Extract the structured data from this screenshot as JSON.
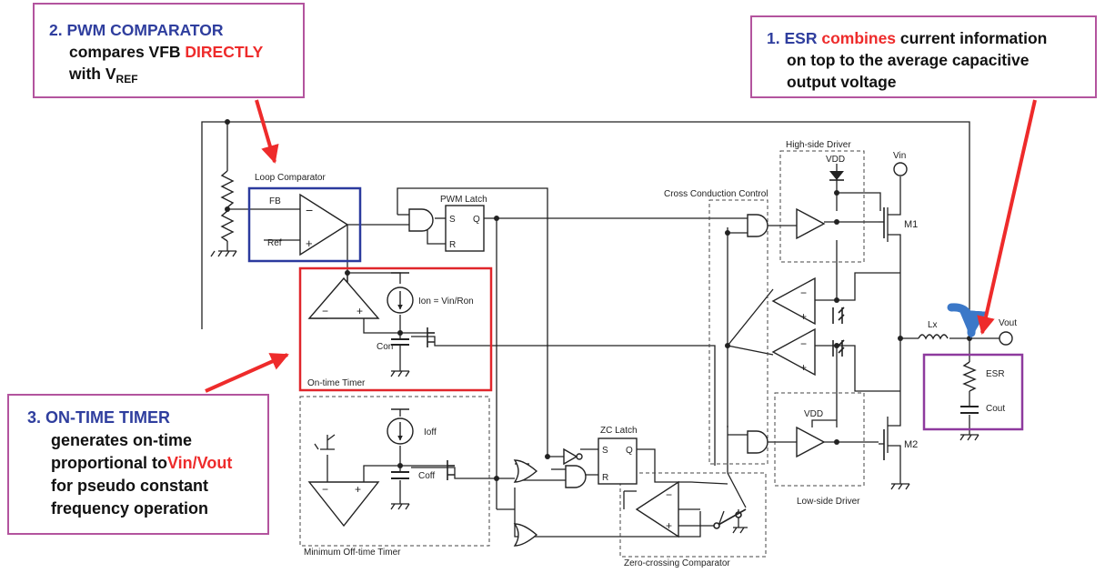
{
  "callouts": {
    "esr": {
      "number": "1.",
      "keyword": "ESR",
      "highlight": "combines",
      "line1_rest": "current information",
      "line2": "on top to the average capacitive",
      "line3": "output voltage"
    },
    "pwm": {
      "number": "2.",
      "keyword": "PWM COMPARATOR",
      "line2_a": "compares VFB",
      "line2_highlight": "DIRECTLY",
      "line3": "with V",
      "line3_sub": "REF"
    },
    "ontime": {
      "number": "3.",
      "keyword": "ON-TIME TIMER",
      "line2": "generates on-time",
      "line3_a": "proportional to",
      "line3_highlight": "Vin/Vout",
      "line4": "for pseudo constant",
      "line5": "frequency operation"
    }
  },
  "labels": {
    "loop_comparator": "Loop Comparator",
    "fb": "FB",
    "ref": "Ref",
    "pwm_latch": "PWM Latch",
    "s": "S",
    "r": "R",
    "q": "Q",
    "cross_conduction": "Cross Conduction Control",
    "high_side_driver": "High-side Driver",
    "vdd": "VDD",
    "vin": "Vin",
    "m1": "M1",
    "m2": "M2",
    "lx": "Lx",
    "vout": "Vout",
    "esr": "ESR",
    "cout": "Cout",
    "ion": "Ion = Vin/Ron",
    "con": "Con",
    "on_time_timer": "On-time Timer",
    "ioff": "Ioff",
    "coff": "Coff",
    "min_off_timer": "Minimum Off-time Timer",
    "zc_latch": "ZC Latch",
    "low_side_driver": "Low-side Driver",
    "zero_crossing": "Zero-crossing Comparator",
    "minus": "−",
    "plus": "+"
  },
  "colors": {
    "callout_border": "#b3549e",
    "heading_blue": "#2f3e9e",
    "highlight_red": "#ee2b2b",
    "loop_box": "#2b3a9e",
    "ontime_box": "#e0262b",
    "esr_box": "#8e3a9e",
    "current_arrow": "#3b78c8"
  }
}
